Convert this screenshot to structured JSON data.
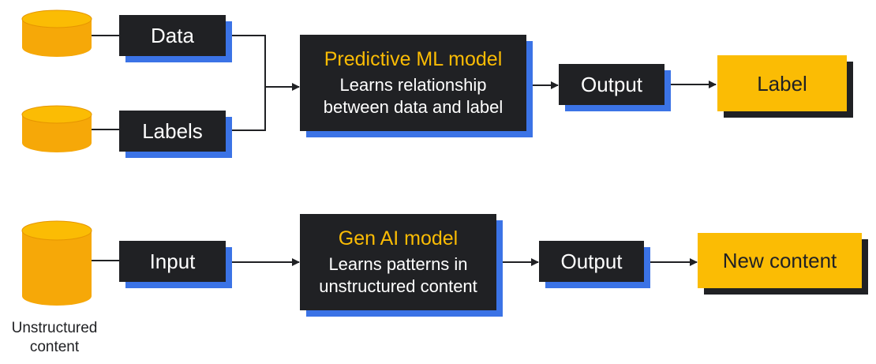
{
  "predictive_flow": {
    "inputs": [
      "Data",
      "Labels"
    ],
    "model": {
      "title": "Predictive ML model",
      "description_line1": "Learns relationship",
      "description_line2": "between data and label"
    },
    "output": "Output",
    "result": "Label"
  },
  "genai_flow": {
    "input": "Input",
    "input_caption_line1": "Unstructured",
    "input_caption_line2": "content",
    "model": {
      "title": "Gen AI model",
      "description_line1": "Learns patterns in",
      "description_line2": "unstructured content"
    },
    "output": "Output",
    "result": "New content"
  },
  "colors": {
    "dark_box": "#202124",
    "blue_shadow": "#3b73e6",
    "gold": "#fbbc04",
    "database": "#f6a808"
  }
}
